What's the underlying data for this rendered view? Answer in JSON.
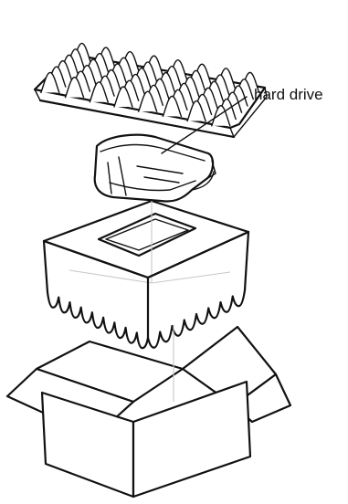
{
  "callout": {
    "label": "hard drive"
  },
  "parts": [
    {
      "id": "foam-pad",
      "icon": "egg-crate-foam-icon"
    },
    {
      "id": "hard-drive",
      "icon": "hard-drive-bag-icon"
    },
    {
      "id": "foam-insert",
      "icon": "foam-insert-icon"
    },
    {
      "id": "shipping-box",
      "icon": "open-box-icon"
    }
  ]
}
